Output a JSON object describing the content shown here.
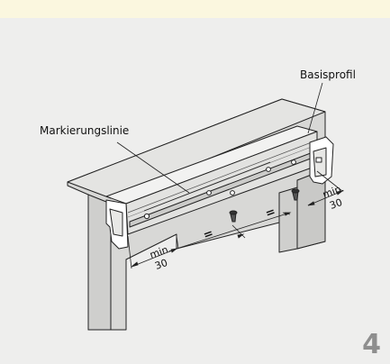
{
  "labels": {
    "base_profile": "Basisprofil",
    "marking_line": "Markierungslinie"
  },
  "dimensions": {
    "left_min": "min.",
    "left_value": "30",
    "right_min": "min.",
    "right_value": "30",
    "equal_left": "=",
    "equal_right": "="
  },
  "step_number": "4",
  "colors": {
    "background": "#eeeeed",
    "top_bar": "#fbf7df",
    "frame_fill": "#dadad8",
    "line": "#222222",
    "step_number": "#8e8e8e"
  }
}
